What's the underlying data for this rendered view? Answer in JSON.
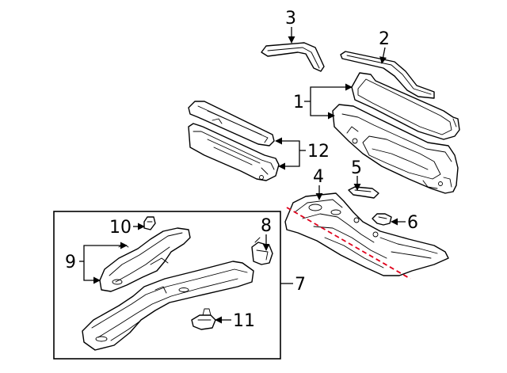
{
  "diagram": {
    "callouts": {
      "c1": "1",
      "c2": "2",
      "c3": "3",
      "c4": "4",
      "c5": "5",
      "c6": "6",
      "c7": "7",
      "c8": "8",
      "c9": "9",
      "c10": "10",
      "c11": "11",
      "c12": "12"
    },
    "colors": {
      "line": "#000000",
      "cut_line": "#e0001b",
      "background": "#ffffff"
    }
  }
}
